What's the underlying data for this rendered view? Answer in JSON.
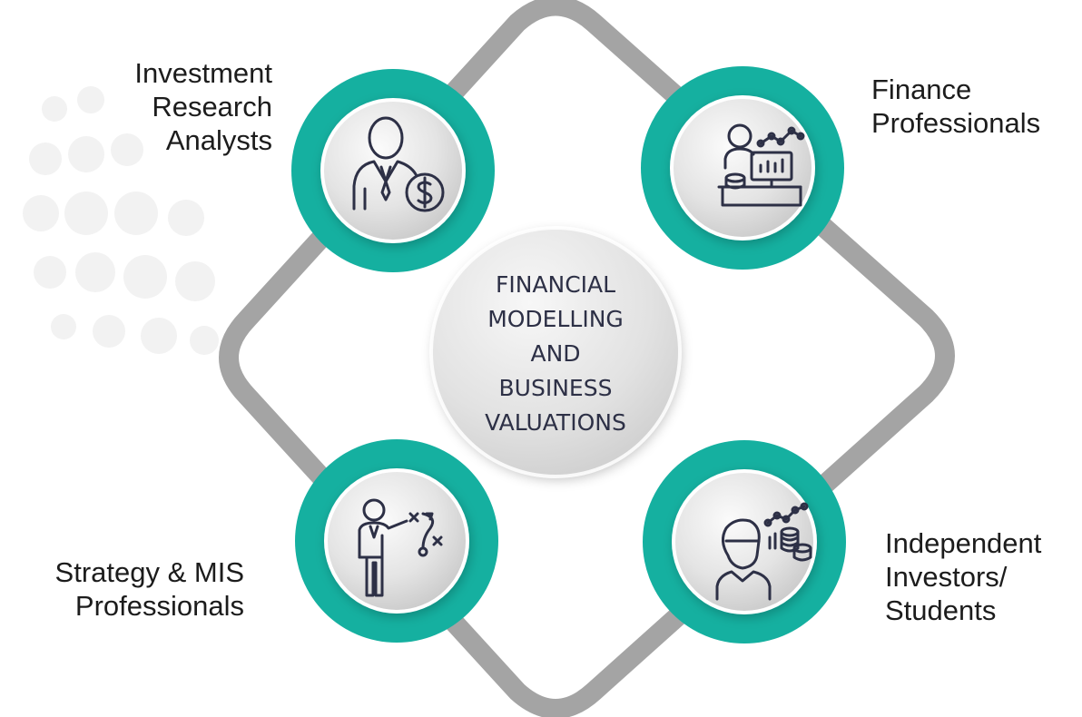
{
  "center": {
    "lines": [
      "FINANCIAL",
      "MODELLING",
      "AND",
      "BUSINESS",
      "VALUATIONS"
    ]
  },
  "nodes": {
    "investment": {
      "lines": [
        "Investment",
        "Research",
        "Analysts"
      ],
      "icon": "analyst-dollar-icon"
    },
    "finance": {
      "lines": [
        "Finance",
        "Professionals"
      ],
      "icon": "finance-desk-chart-icon"
    },
    "strategy": {
      "lines": [
        "Strategy & MIS",
        "Professionals"
      ],
      "icon": "strategy-presenter-icon"
    },
    "independent": {
      "lines": [
        "Independent",
        "Investors/",
        "Students"
      ],
      "icon": "investor-coins-icon"
    }
  },
  "colors": {
    "teal": "#15b0a0",
    "track": "#a4a4a4",
    "icon_stroke": "#2d3046",
    "watermark": "#f3f3f3"
  }
}
